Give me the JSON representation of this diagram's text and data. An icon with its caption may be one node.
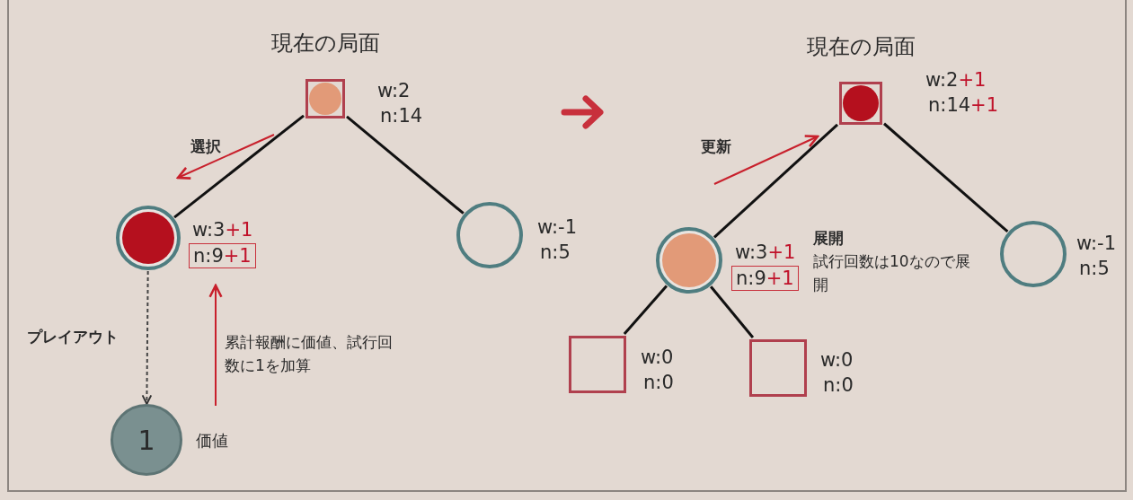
{
  "diagram": {
    "nodes": [
      {
        "text": [
          "現在の局面"
        ],
        "beside": [
          "w:2",
          "n:14"
        ]
      },
      {
        "text": [],
        "shape": "circle",
        "beside": [
          "w:3+1",
          "n:9+1"
        ]
      },
      {
        "text": [],
        "shape": "circle",
        "beside": [
          "w:-1",
          "n:5"
        ]
      },
      {
        "text": [
          "1"
        ],
        "beside": [
          "価値"
        ]
      },
      {
        "text": [
          "現在の局面"
        ],
        "beside": [
          "w:2+1",
          "n:14+1"
        ]
      },
      {
        "text": [],
        "shape": "circle",
        "beside": [
          "w:3+1",
          "n:9+1"
        ]
      },
      {
        "text": [],
        "shape": "circle",
        "beside": [
          "w:-1",
          "n:5"
        ]
      },
      {
        "text": [],
        "shape": "box",
        "beside": [
          "w:0",
          "n:0"
        ]
      },
      {
        "text": [],
        "shape": "box",
        "beside": [
          "w:0",
          "n:0"
        ]
      }
    ],
    "edges": [
      {
        "from": 0,
        "to": 1,
        "arrow": "none"
      },
      {
        "from": 0,
        "to": 2,
        "arrow": "none"
      },
      {
        "from": 1,
        "to": 3,
        "arrow": "to",
        "style": "dashed",
        "label": "プレイアウト"
      },
      {
        "from": 4,
        "to": 5,
        "arrow": "none"
      },
      {
        "from": 4,
        "to": 6,
        "arrow": "none"
      },
      {
        "from": 5,
        "to": 7,
        "arrow": "none"
      },
      {
        "from": 5,
        "to": 8,
        "arrow": "none"
      }
    ],
    "labels": [
      "選択",
      "累計報酬に価値、試行回数に1を加算",
      "更新",
      "展開",
      "試行回数は10なので展開"
    ]
  }
}
